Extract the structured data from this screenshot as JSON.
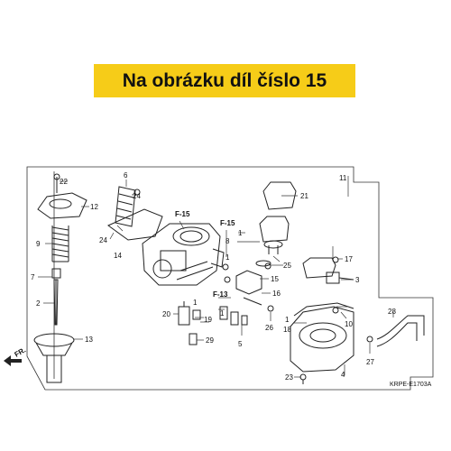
{
  "banner": {
    "text": "Na obrázku díl číslo 15"
  },
  "diagram": {
    "code": "KRPE-E1703A",
    "direction": "FR.",
    "refs": {
      "f15a": "F-15",
      "f15b": "F-15",
      "f13": "F-13"
    },
    "callouts": {
      "c1a": "1",
      "c1b": "1",
      "c1c": "1",
      "c1d": "1",
      "c1e": "1",
      "c2": "2",
      "c3": "3",
      "c4": "4",
      "c5": "5",
      "c6": "6",
      "c7": "7",
      "c8": "8",
      "c9": "9",
      "c10": "10",
      "c11": "11",
      "c12": "12",
      "c13": "13",
      "c14": "14",
      "c15": "15",
      "c16": "16",
      "c17": "17",
      "c18": "18",
      "c19": "19",
      "c20": "20",
      "c21": "21",
      "c22": "22",
      "c23": "23",
      "c24a": "24",
      "c24b": "24",
      "c25": "25",
      "c26": "26",
      "c27": "27",
      "c28": "28",
      "c29": "29"
    }
  }
}
